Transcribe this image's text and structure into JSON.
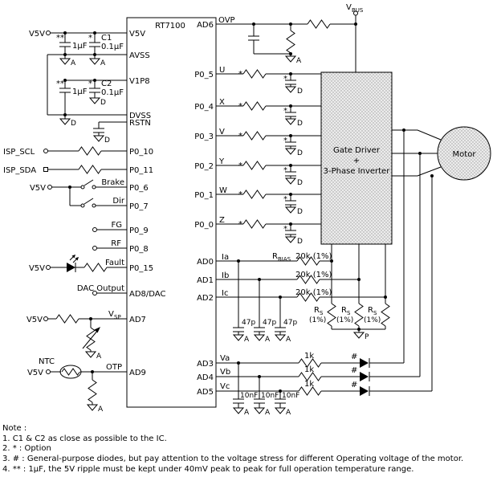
{
  "ic": {
    "title": "RT7100",
    "left_pins": [
      "V5V",
      "AVSS",
      "V1P8",
      "DVSS",
      "RSTN",
      "P0_10",
      "P0_11",
      "P0_6",
      "P0_7",
      "P0_9",
      "P0_8",
      "P0_15",
      "AD8/DAC",
      "AD7",
      "AD9"
    ],
    "right_pins": [
      "AD6",
      "P0_5",
      "P0_4",
      "P0_3",
      "P0_2",
      "P0_1",
      "P0_0",
      "AD0",
      "AD1",
      "AD2",
      "AD3",
      "AD4",
      "AD5"
    ]
  },
  "power": {
    "v5v": "V5V",
    "vbus_main": "V",
    "vbus_sub": "BUS"
  },
  "left": {
    "isp_scl": "ISP_SCL",
    "isp_sda": "ISP_SDA",
    "brake": "Brake",
    "dir": "Dir",
    "fg": "FG",
    "rf": "RF",
    "fault": "Fault",
    "dac_output": "DAC Output",
    "vsp_main": "V",
    "vsp_sub": "SP",
    "ntc": "NTC",
    "otp": "OTP",
    "c1_name": "C1",
    "c2_name": "C2",
    "c_1uF": "1μF",
    "c_01uF": "0.1μF"
  },
  "right": {
    "ovp": "OVP",
    "phase_labels": [
      "U",
      "X",
      "V",
      "Y",
      "W",
      "Z"
    ],
    "current_labels": [
      "Ia",
      "Ib",
      "Ic"
    ],
    "voltage_labels": [
      "Va",
      "Vb",
      "Vc"
    ],
    "rbias_main": "R",
    "rbias_sub": "BIAS",
    "r20k": "20k (1%)",
    "rs_main": "R",
    "rs_sub": "S",
    "rs_tol": "(1%)",
    "c47p": "47p",
    "c10nF": "10nF",
    "r1k": "1k"
  },
  "markers": {
    "option": "*",
    "option2": "**",
    "diode": "#"
  },
  "grounds": {
    "a": "A",
    "d": "D",
    "p": "P"
  },
  "block": {
    "line1": "Gate Driver",
    "line2": "+",
    "line3": "3-Phase Inverter"
  },
  "motor": {
    "label": "Motor"
  },
  "notes": {
    "title": "Note :",
    "n1": "1. C1 & C2 as close as possible to the IC.",
    "n2": "2. * : Option",
    "n3": "3. # : General-purpose diodes, but pay attention to the voltage stress for different Operating voltage of the motor.",
    "n4": "4. ** : 1μF, the 5V ripple must be kept under 40mV peak to peak for full operation temperature range."
  }
}
